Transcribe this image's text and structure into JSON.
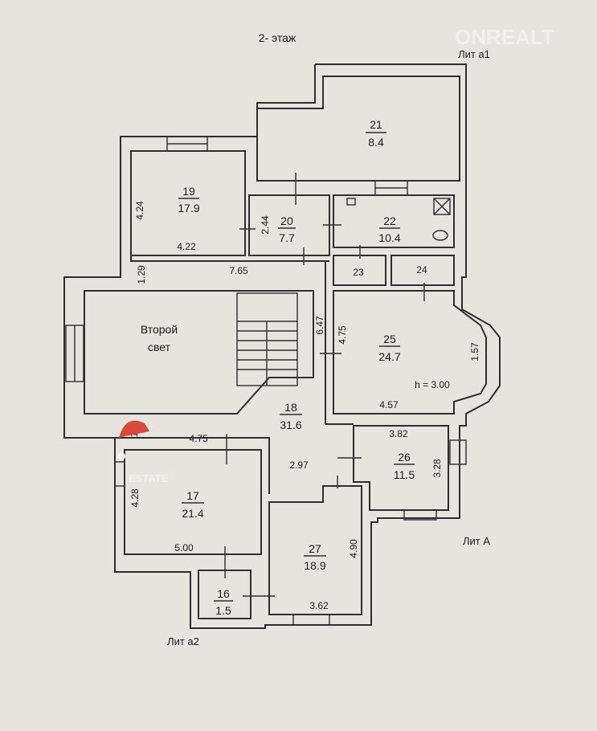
{
  "title": "2- этаж",
  "lit_labels": {
    "a1": "Лит а1",
    "a": "Лит А",
    "a2": "Лит а2"
  },
  "rooms": [
    {
      "num": "21",
      "area": "8.4"
    },
    {
      "num": "19",
      "area": "17.9"
    },
    {
      "num": "20",
      "area": "7.7"
    },
    {
      "num": "22",
      "area": "10.4"
    },
    {
      "num": "23",
      "area": ""
    },
    {
      "num": "24",
      "area": ""
    },
    {
      "num": "25",
      "area": "24.7"
    },
    {
      "num": "18",
      "area": "31.6"
    },
    {
      "num": "26",
      "area": "11.5"
    },
    {
      "num": "17",
      "area": "21.4"
    },
    {
      "num": "27",
      "area": "18.9"
    },
    {
      "num": "16",
      "area": "1.5"
    }
  ],
  "second_light": {
    "line1": "Второй",
    "line2": "свет"
  },
  "ceiling_height": "h = 3.00",
  "dimensions": {
    "r19_h": "4.24",
    "r19_w": "4.22",
    "r20_h": "2.44",
    "corr_h": "1.29",
    "corr_w": "7.65",
    "r25_a": "6.47",
    "r25_b": "4.75",
    "r25_c": "1.57",
    "r25_w": "4.57",
    "r26_w": "3.82",
    "r26_h": "3.28",
    "r17_top": "4.75",
    "r17_h": "4.28",
    "r17_w": "5.00",
    "small": "1.1",
    "r18": "2.97",
    "r27_h": "4.90",
    "r27_w": "3.62"
  },
  "watermarks": {
    "top": "ONREALT",
    "estate": "ESTATE"
  }
}
